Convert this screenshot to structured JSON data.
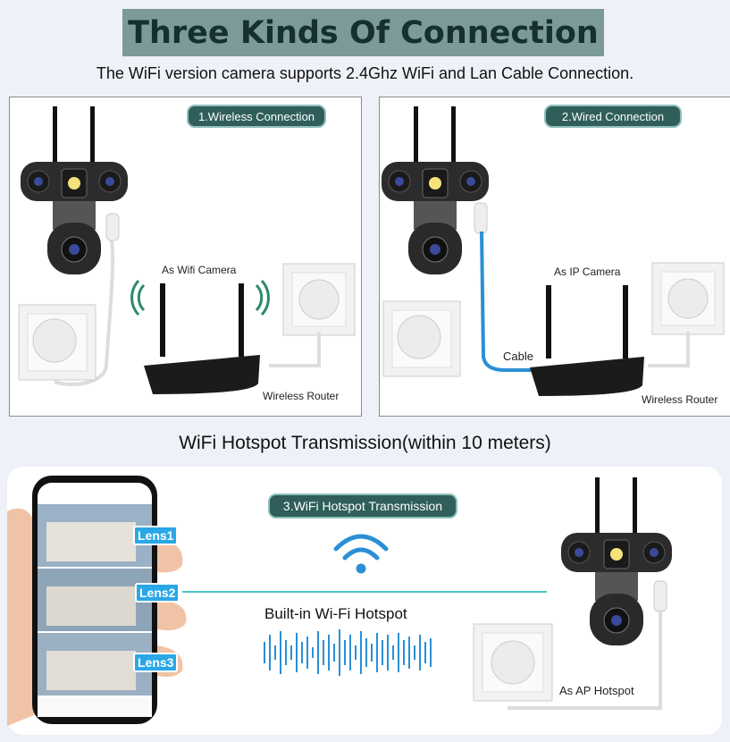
{
  "title": "Three Kinds Of Connection",
  "subtitle": "The WiFi version camera supports 2.4Ghz WiFi and Lan Cable Connection.",
  "panels": {
    "wireless": {
      "pill": "1.Wireless Connection",
      "camera_label": "As Wifi Camera",
      "router_label": "Wireless Router"
    },
    "wired": {
      "pill": "2.Wired Connection",
      "camera_label": "As IP Camera",
      "cable_label": "Cable",
      "router_label": "Wireless Router"
    }
  },
  "hotspot": {
    "heading": "WiFi Hotspot Transmission(within 10 meters)",
    "pill": "3.WiFi Hotspot Transmission",
    "center_label": "Built-in Wi-Fi Hotspot",
    "ap_label": "As AP Hotspot",
    "lenses": [
      "Lens1",
      "Lens2",
      "Lens3"
    ]
  },
  "colors": {
    "title_bg": "#7b9a98",
    "pill_bg": "#2f5e5b",
    "cable": "#2a8fd6",
    "wave": "#2a8fd6",
    "line": "#49c2c6"
  }
}
